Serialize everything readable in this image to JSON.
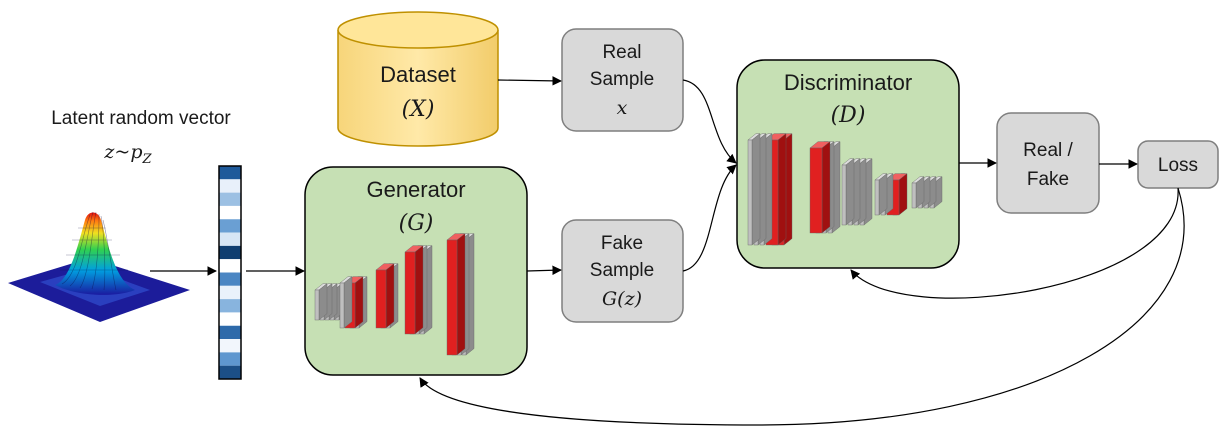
{
  "latent": {
    "label": "Latent random vector",
    "math": "z~p",
    "math_sub": "Z"
  },
  "dataset": {
    "label": "Dataset",
    "math": "(X)"
  },
  "generator": {
    "label": "Generator",
    "math": "(G)"
  },
  "discriminator": {
    "label": "Discriminator",
    "math": "(D)"
  },
  "real_sample": {
    "line1": "Real",
    "line2": "Sample",
    "math": "x"
  },
  "fake_sample": {
    "line1": "Fake",
    "line2": "Sample",
    "math": "G(z)"
  },
  "real_fake": {
    "line1": "Real /",
    "line2": "Fake"
  },
  "loss": {
    "label": "Loss"
  },
  "latent_vector_colors": [
    "#1f5a9a",
    "#e8f0fa",
    "#9cc0e3",
    "#ffffff",
    "#6a9fd3",
    "#d7e6f5",
    "#0f3e70",
    "#ffffff",
    "#4b86c3",
    "#eaf2fb",
    "#88b4de",
    "#ffffff",
    "#2e6aaa",
    "#f2f6fc",
    "#5f97cf",
    "#1c4f86"
  ],
  "colors": {
    "node_fill": "#d9d9d9",
    "node_stroke": "#7f7f7f",
    "network_fill": "#c6e0b4",
    "network_stroke": "#000000",
    "cylinder_fill": "#ffe699",
    "cylinder_stroke": "#bf9000",
    "layer_red": "#e02020",
    "layer_gray": "#bfbfbf"
  }
}
